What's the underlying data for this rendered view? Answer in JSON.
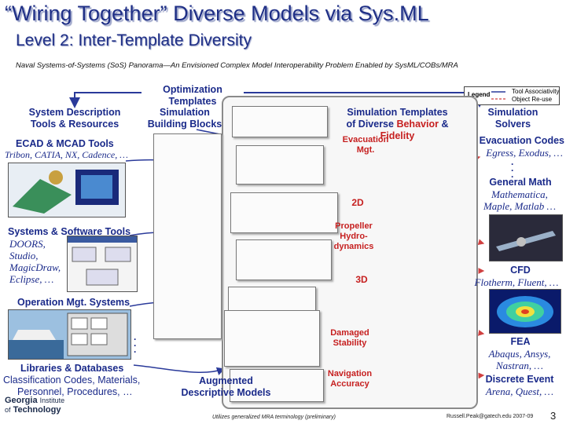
{
  "title": "“Wiring Together” Diverse Models via Sys.ML",
  "subtitle": "Level 2: Inter-Template Diversity",
  "caption": "Naval Systems-of-Systems (SoS) Panorama—An Envisioned Complex Model Interoperability Problem Enabled by SysML/COBs/MRA",
  "optimization": "Optimization Templates",
  "legend": {
    "title": "Legend",
    "item1": "Tool Associativity",
    "item2": "Object Re-use"
  },
  "left": {
    "system_desc_1": "System Description",
    "system_desc_2": "Tools & Resources",
    "sim_blocks_1": "Simulation",
    "sim_blocks_2": "Building Blocks",
    "ecad_title": "ECAD & MCAD Tools",
    "ecad_tools": "Tribon, CATIA, NX, Cadence, …",
    "systems_title": "Systems & Software Tools",
    "systems_tools_1": "DOORS,",
    "systems_tools_2": "Studio,",
    "systems_tools_3": "MagicDraw,",
    "systems_tools_4": "Eclipse, …",
    "opmgt_title": "Operation Mgt. Systems",
    "lib_title": "Libraries & Databases",
    "lib_1": "Classification Codes, Materials,",
    "lib_2": "Personnel, Procedures, …"
  },
  "center": {
    "sim_templates_1": "Simulation Templates",
    "sim_templates_of": "of Diverse",
    "sim_templates_behavior": "Behavior",
    "sim_templates_amp": "&",
    "sim_templates_fidelity": "Fidelity",
    "evacuation_1": "Evacuation",
    "evacuation_2": "Mgt.",
    "label_2d": "2D",
    "propeller_1": "Propeller",
    "propeller_2": "Hydro-",
    "propeller_3": "dynamics",
    "label_3d": "3D",
    "damaged_1": "Damaged",
    "damaged_2": "Stability",
    "navigation_1": "Navigation",
    "navigation_2": "Accuracy",
    "augmented_1": "Augmented",
    "augmented_2": "Descriptive Models"
  },
  "right": {
    "solvers_1": "Simulation",
    "solvers_2": "Solvers",
    "evac_codes_title": "Evacuation Codes",
    "evac_codes": "Egress, Exodus, …",
    "genmath_title": "General Math",
    "genmath_1": "Mathematica,",
    "genmath_2": "Maple, Matlab …",
    "cfd_title": "CFD",
    "cfd_tools": "Flotherm, Fluent, …",
    "fea_title": "FEA",
    "fea_1": "Abaqus, Ansys,",
    "fea_2": "Nastran, …",
    "discrete_title": "Discrete Event",
    "discrete_tools": "Arena, Quest, …"
  },
  "footer": {
    "logo_1": "Georgia",
    "logo_2": "Institute",
    "logo_3": "of",
    "logo_4": "Technology",
    "note": "Utilizes generalized MRA terminology (preliminary)",
    "email": "Russell.Peak@gatech.edu 2007-09",
    "page": "3"
  },
  "colors": {
    "title_blue": "#1f2f86",
    "label_red": "#c62020",
    "arrow_red": "#d04040",
    "arrow_blue": "#2a3a9a"
  }
}
